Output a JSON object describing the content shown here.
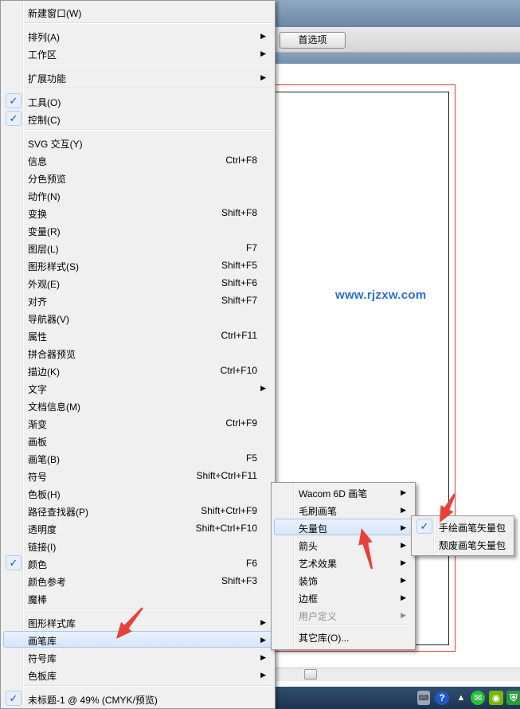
{
  "background": {
    "preferences_button": "首选项",
    "watermark": "www.rjzxw.com"
  },
  "window_menu": {
    "items": [
      {
        "label": "新建窗口(W)",
        "shortcut": "",
        "submenu": false,
        "checked": false
      },
      {
        "label": "排列(A)",
        "shortcut": "",
        "submenu": true,
        "checked": false
      },
      {
        "label": "工作区",
        "shortcut": "",
        "submenu": true,
        "checked": false
      },
      {
        "label": "扩展功能",
        "shortcut": "",
        "submenu": true,
        "checked": false
      },
      {
        "label": "工具(O)",
        "shortcut": "",
        "submenu": false,
        "checked": true
      },
      {
        "label": "控制(C)",
        "shortcut": "",
        "submenu": false,
        "checked": true
      },
      {
        "label": "SVG 交互(Y)",
        "shortcut": "",
        "submenu": false,
        "checked": false
      },
      {
        "label": "信息",
        "shortcut": "Ctrl+F8",
        "submenu": false,
        "checked": false
      },
      {
        "label": "分色预览",
        "shortcut": "",
        "submenu": false,
        "checked": false
      },
      {
        "label": "动作(N)",
        "shortcut": "",
        "submenu": false,
        "checked": false
      },
      {
        "label": "变换",
        "shortcut": "Shift+F8",
        "submenu": false,
        "checked": false
      },
      {
        "label": "变量(R)",
        "shortcut": "",
        "submenu": false,
        "checked": false
      },
      {
        "label": "图层(L)",
        "shortcut": "F7",
        "submenu": false,
        "checked": false
      },
      {
        "label": "图形样式(S)",
        "shortcut": "Shift+F5",
        "submenu": false,
        "checked": false
      },
      {
        "label": "外观(E)",
        "shortcut": "Shift+F6",
        "submenu": false,
        "checked": false
      },
      {
        "label": "对齐",
        "shortcut": "Shift+F7",
        "submenu": false,
        "checked": false
      },
      {
        "label": "导航器(V)",
        "shortcut": "",
        "submenu": false,
        "checked": false
      },
      {
        "label": "属性",
        "shortcut": "Ctrl+F11",
        "submenu": false,
        "checked": false
      },
      {
        "label": "拼合器预览",
        "shortcut": "",
        "submenu": false,
        "checked": false
      },
      {
        "label": "描边(K)",
        "shortcut": "Ctrl+F10",
        "submenu": false,
        "checked": false
      },
      {
        "label": "文字",
        "shortcut": "",
        "submenu": true,
        "checked": false
      },
      {
        "label": "文档信息(M)",
        "shortcut": "",
        "submenu": false,
        "checked": false
      },
      {
        "label": "渐变",
        "shortcut": "Ctrl+F9",
        "submenu": false,
        "checked": false
      },
      {
        "label": "画板",
        "shortcut": "",
        "submenu": false,
        "checked": false
      },
      {
        "label": "画笔(B)",
        "shortcut": "F5",
        "submenu": false,
        "checked": false
      },
      {
        "label": "符号",
        "shortcut": "Shift+Ctrl+F11",
        "submenu": false,
        "checked": false
      },
      {
        "label": "色板(H)",
        "shortcut": "",
        "submenu": false,
        "checked": false
      },
      {
        "label": "路径查找器(P)",
        "shortcut": "Shift+Ctrl+F9",
        "submenu": false,
        "checked": false
      },
      {
        "label": "透明度",
        "shortcut": "Shift+Ctrl+F10",
        "submenu": false,
        "checked": false
      },
      {
        "label": "链接(I)",
        "shortcut": "",
        "submenu": false,
        "checked": false
      },
      {
        "label": "颜色",
        "shortcut": "F6",
        "submenu": false,
        "checked": true
      },
      {
        "label": "颜色参考",
        "shortcut": "Shift+F3",
        "submenu": false,
        "checked": false
      },
      {
        "label": "魔棒",
        "shortcut": "",
        "submenu": false,
        "checked": false
      },
      {
        "label": "图形样式库",
        "shortcut": "",
        "submenu": true,
        "checked": false
      },
      {
        "label": "画笔库",
        "shortcut": "",
        "submenu": true,
        "checked": false,
        "highlighted": true
      },
      {
        "label": "符号库",
        "shortcut": "",
        "submenu": true,
        "checked": false
      },
      {
        "label": "色板库",
        "shortcut": "",
        "submenu": true,
        "checked": false
      },
      {
        "label": "未标题-1 @ 49% (CMYK/预览)",
        "shortcut": "",
        "submenu": false,
        "checked": true
      }
    ]
  },
  "brush_library_menu": {
    "items": [
      {
        "label": "Wacom 6D 画笔",
        "submenu": true
      },
      {
        "label": "毛刷画笔",
        "submenu": true
      },
      {
        "label": "矢量包",
        "submenu": true,
        "highlighted": true
      },
      {
        "label": "箭头",
        "submenu": true
      },
      {
        "label": "艺术效果",
        "submenu": true
      },
      {
        "label": "装饰",
        "submenu": true
      },
      {
        "label": "边框",
        "submenu": true
      },
      {
        "label": "用户定义",
        "submenu": true,
        "disabled": true
      },
      {
        "label": "其它库(O)...",
        "submenu": false
      }
    ]
  },
  "vector_pack_menu": {
    "items": [
      {
        "label": "手绘画笔矢量包",
        "checked": true
      },
      {
        "label": "颓废画笔矢量包",
        "checked": false
      }
    ]
  },
  "icons": {
    "check": "✓",
    "submenu_arrow": "▶",
    "tray": [
      "keyboard-icon",
      "help-icon",
      "expand-tray-icon",
      "wechat-icon",
      "nvidia-icon",
      "shield-icon"
    ]
  },
  "colors": {
    "annotation_arrow": "#e8413a",
    "check": "#1a4fc4",
    "watermark": "#2a6fd8",
    "artboard_bleed": "#e8323c"
  }
}
